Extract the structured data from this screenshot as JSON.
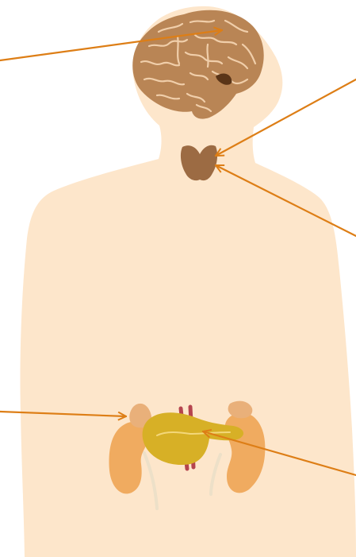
{
  "diagram": {
    "type": "anatomy-endocrine-glands",
    "labels": [],
    "structures": [
      "body-silhouette",
      "brain",
      "pituitary-gland",
      "thyroid-gland",
      "adrenal-gland-left",
      "adrenal-gland-right",
      "kidney-left",
      "kidney-right",
      "pancreas",
      "aorta",
      "vena-cava"
    ],
    "pointer_arrows": [
      {
        "points_to": "brain"
      },
      {
        "points_to": "thyroid-gland"
      },
      {
        "points_to": "thyroid-gland"
      },
      {
        "points_to": "adrenal-gland-left"
      },
      {
        "points_to": "pancreas"
      }
    ],
    "colors": {
      "skin": "#fde6cb",
      "brain": "#b98555",
      "brain_folds": "#f0ceaa",
      "pituitary": "#5a3518",
      "thyroid": "#9c6b43",
      "kidney": "#f0ab60",
      "adrenal": "#e9b07a",
      "pancreas": "#d7b026",
      "vessel": "#b5444e",
      "ureter": "#ede0c8",
      "arrow": "#dd7e16"
    }
  }
}
